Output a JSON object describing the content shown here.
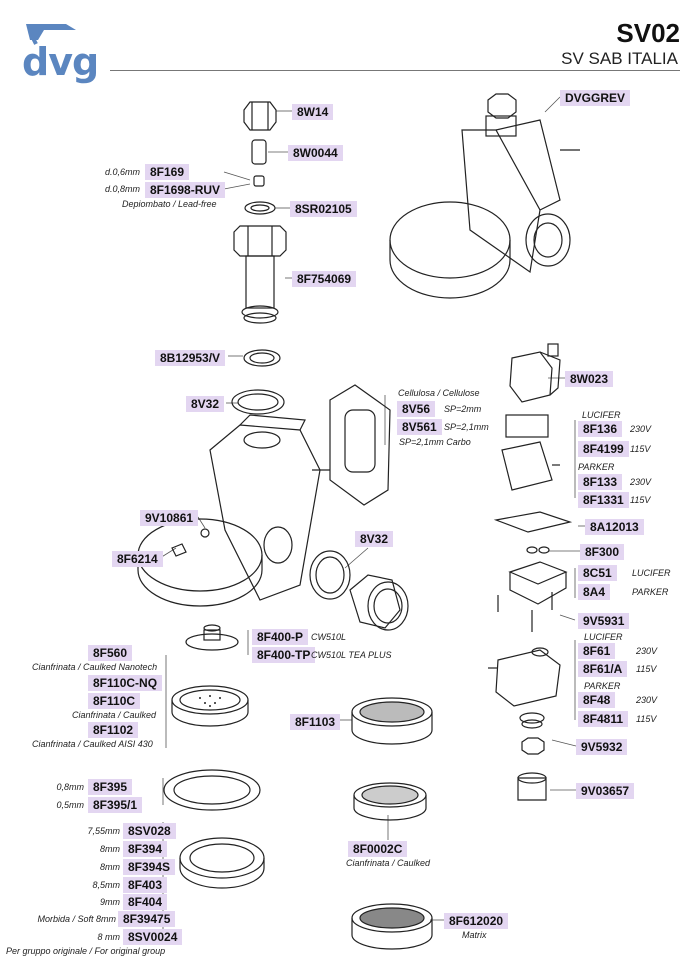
{
  "header": {
    "logo_text": "dvg",
    "model": "SV02",
    "brand": "SV SAB ITALIA"
  },
  "parts": {
    "p8W14": "8W14",
    "p8W0044": "8W0044",
    "p8F169": "8F169",
    "p8F1698": "8F1698-RUV",
    "p8SR02105": "8SR02105",
    "p8F754069": "8F754069",
    "pDVGGREV": "DVGGREV",
    "p8B12953": "8B12953/V",
    "p8V32a": "8V32",
    "p8V56": "8V56",
    "p8V561": "8V561",
    "p9V10861": "9V10861",
    "p8F6214": "8F6214",
    "p8V32b": "8V32",
    "p8F400P": "8F400-P",
    "p8F400TP": "8F400-TP",
    "p8F560": "8F560",
    "p8F110CNQ": "8F110C-NQ",
    "p8F110C": "8F110C",
    "p8F1102": "8F1102",
    "p8F1103": "8F1103",
    "p8F395": "8F395",
    "p8F3951": "8F395/1",
    "p8SV028": "8SV028",
    "p8F394": "8F394",
    "p8F394S": "8F394S",
    "p8F403": "8F403",
    "p8F404": "8F404",
    "p8F39475": "8F39475",
    "p8SV0024": "8SV0024",
    "p8F0002C": "8F0002C",
    "p8F612020": "8F612020",
    "p8W023": "8W023",
    "p8F136": "8F136",
    "p8F4199": "8F4199",
    "p8F133": "8F133",
    "p8F1331": "8F1331",
    "p8A12013": "8A12013",
    "p8F300": "8F300",
    "p8C51": "8C51",
    "p8A4": "8A4",
    "p9V5931": "9V5931",
    "p8F61": "8F61",
    "p8F61A": "8F61/A",
    "p8F48": "8F48",
    "p8F4811": "8F4811",
    "p9V5932": "9V5932",
    "p9V03657": "9V03657"
  },
  "notes": {
    "d06": "d.0,6mm",
    "d08": "d.0,8mm",
    "leadfree": "Depiombato / Lead-free",
    "cellulosa": "Cellulosa / Cellulose",
    "sp2": "SP=2mm",
    "sp21": "SP=2,1mm",
    "sp21carbo": "SP=2,1mm  Carbo",
    "cw510l": "CW510L",
    "cw510ltp": "CW510L TEA PLUS",
    "nanotech": "Cianfrinata / Caulked Nanotech",
    "caulked": "Cianfrinata / Caulked",
    "aisi": "Cianfrinata / Caulked AISI 430",
    "mm08": "0,8mm",
    "mm05": "0,5mm",
    "mm755": "7,55mm",
    "mm8a": "8mm",
    "mm8b": "8mm",
    "mm85": "8,5mm",
    "mm9": "9mm",
    "soft": "Morbida / Soft 8mm",
    "mm8c": "8 mm",
    "original": "Per gruppo originale / For original group",
    "caulked2": "Cianfrinata / Caulked",
    "matrix": "Matrix",
    "lucifer1": "LUCIFER",
    "v230a": "230V",
    "v115a": "115V",
    "parker1": "PARKER",
    "v230b": "230V",
    "v115b": "115V",
    "lucifer2": "LUCIFER",
    "parker2": "PARKER",
    "lucifer3": "LUCIFER",
    "v230c": "230V",
    "v115c": "115V",
    "parker3": "PARKER",
    "v230d": "230V",
    "v115d": "115V"
  },
  "colors": {
    "label_bg": "#e3d6f1",
    "logo_blue": "#5b86c0",
    "line": "#222222"
  }
}
